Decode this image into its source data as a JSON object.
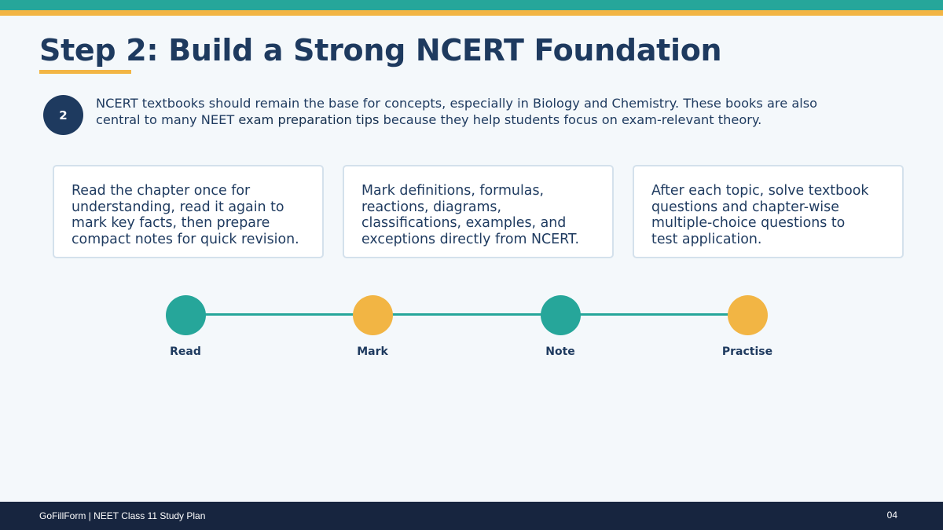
{
  "slide": {
    "title": "Step 2: Build a Strong NCERT Foundation",
    "step_number": "2",
    "intro": {
      "line1": "NCERT textbooks should remain the base for concepts, especially in Biology and Chemistry. These books are also",
      "line2_before": "central to many NEET ",
      "line2_keyword": "exam preparation tips",
      "line2_after": " because they help students focus on exam-relevant theory."
    },
    "cards": [
      {
        "lines": [
          "Read the chapter once for",
          "understanding, read it again to",
          "mark key facts, then prepare",
          "compact notes for quick revision."
        ]
      },
      {
        "lines": [
          "Mark definitions, formulas,",
          "reactions, diagrams,",
          "classifications, examples, and",
          "exceptions directly from NCERT."
        ]
      },
      {
        "lines": [
          "After each topic, solve textbook",
          "questions and chapter-wise",
          "multiple-choice questions to",
          "test application."
        ]
      }
    ],
    "timeline": {
      "steps": [
        {
          "label": "Read",
          "color": "#26a69a"
        },
        {
          "label": "Mark",
          "color": "#f2b544"
        },
        {
          "label": "Note",
          "color": "#26a69a"
        },
        {
          "label": "Practise",
          "color": "#f2b544"
        }
      ]
    }
  },
  "footer": {
    "text": "GoFillForm | NEET Class 11 Study Plan",
    "page_number": "04"
  },
  "colors": {
    "teal": "#26a69a",
    "gold": "#f2b544",
    "navy": "#1e3a5f",
    "footer_bg": "#17253f"
  }
}
